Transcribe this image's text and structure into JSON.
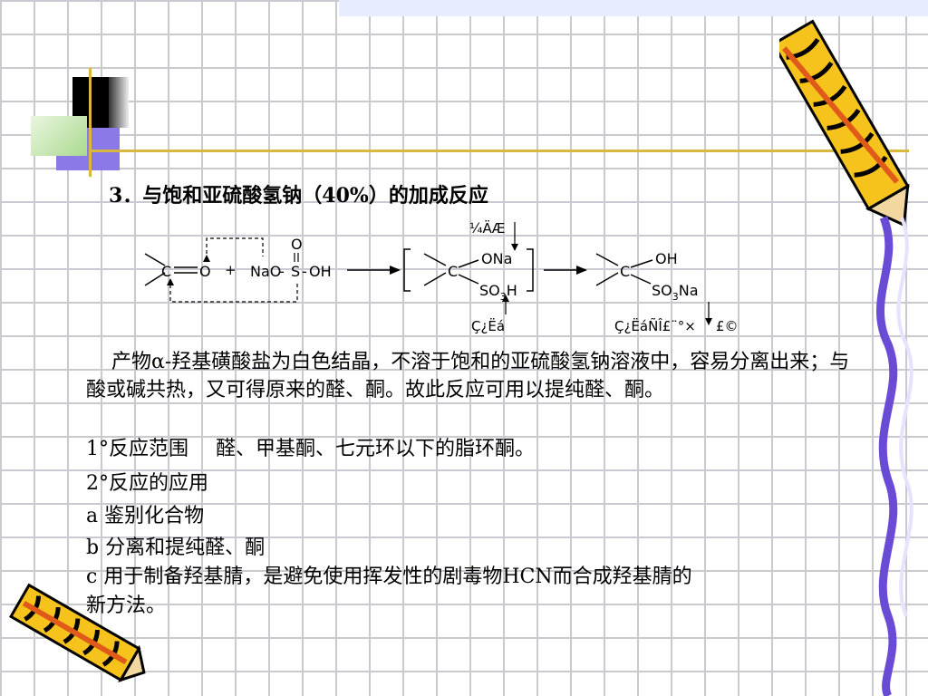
{
  "heading": "3．与饱和亚硫酸氢钠（40%）的加成反应",
  "scheme": {
    "carbonyl_c": "C",
    "carbonyl_o": "O",
    "plus": "+",
    "reagent_o": "O",
    "reagent_left": "NaO",
    "reagent_s": "S",
    "reagent_right": "OH",
    "intermediate_c": "C",
    "intermediate_top": "ONa",
    "intermediate_bottom_main": "SO",
    "intermediate_bottom_sub": "3",
    "intermediate_bottom_tail": "H",
    "product_c": "C",
    "product_top": "OH",
    "product_bottom_main": "SO",
    "product_bottom_sub": "3",
    "product_bottom_tail": "Na",
    "garbled_top": "¼ÄÆ",
    "garbled_bottom_left": "Ç¿Ëá",
    "garbled_bottom_mid": "Ç¿ËáÑÎ£¨°×",
    "garbled_bottom_right": "£©"
  },
  "paragraph": "产物α-羟基磺酸盐为白色结晶，不溶于饱和的亚硫酸氢钠溶液中，容易分离出来；与酸或碱共热，又可得原来的醛、酮。故此反应可用以提纯醛、酮。",
  "line1_a": "1°反应范围",
  "line1_b": "醛、甲基酮、七元环以下的脂环酮。",
  "line2": "2°反应的应用",
  "line3": "a 鉴别化合物",
  "line4": "b 分离和提纯醛、酮",
  "line5": "c 用于制备羟基腈，是避免使用挥发性的剧毒物HCN而合成羟基腈的",
  "line6": "新方法。"
}
